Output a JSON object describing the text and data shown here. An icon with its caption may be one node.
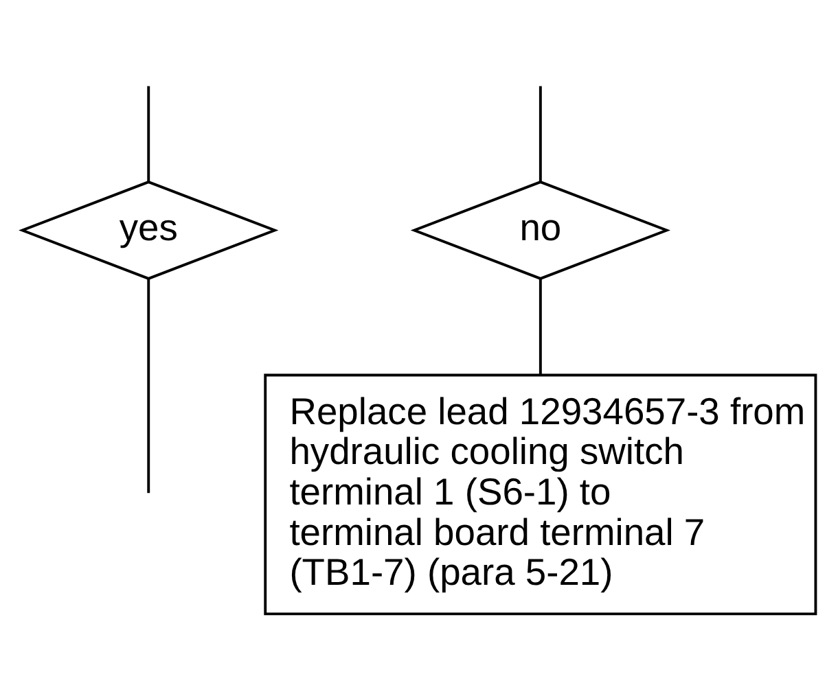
{
  "diagram": {
    "nodes": [
      {
        "text": [
          "yes"
        ]
      },
      {
        "text": [
          "no"
        ]
      },
      {
        "text": [
          "Replace lead 12934657-3 from hydraulic cooling switch terminal 1 (S6-1) to terminal board terminal 7 (TB1-7) (para 5-21)"
        ]
      }
    ],
    "edges": [
      {
        "from": null,
        "to": 0,
        "arrow": "none"
      },
      {
        "from": null,
        "to": 1,
        "arrow": "none"
      },
      {
        "from": 1,
        "to": 2,
        "arrow": "none"
      },
      {
        "from": 0,
        "to": null,
        "arrow": "none"
      }
    ]
  }
}
